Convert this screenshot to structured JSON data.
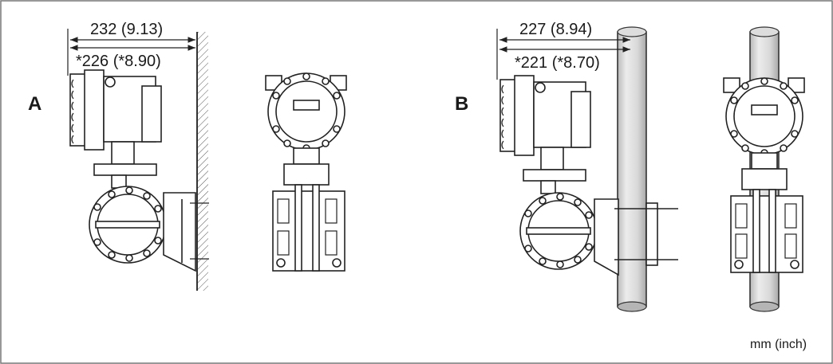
{
  "figure": {
    "units_note": "mm (inch)",
    "panels": [
      {
        "letter": "A",
        "dim_top": "232 (9.13)",
        "dim_bottom": "*226 (*8.90)"
      },
      {
        "letter": "B",
        "dim_top": "227 (8.94)",
        "dim_bottom": "*221 (*8.70)"
      }
    ]
  }
}
